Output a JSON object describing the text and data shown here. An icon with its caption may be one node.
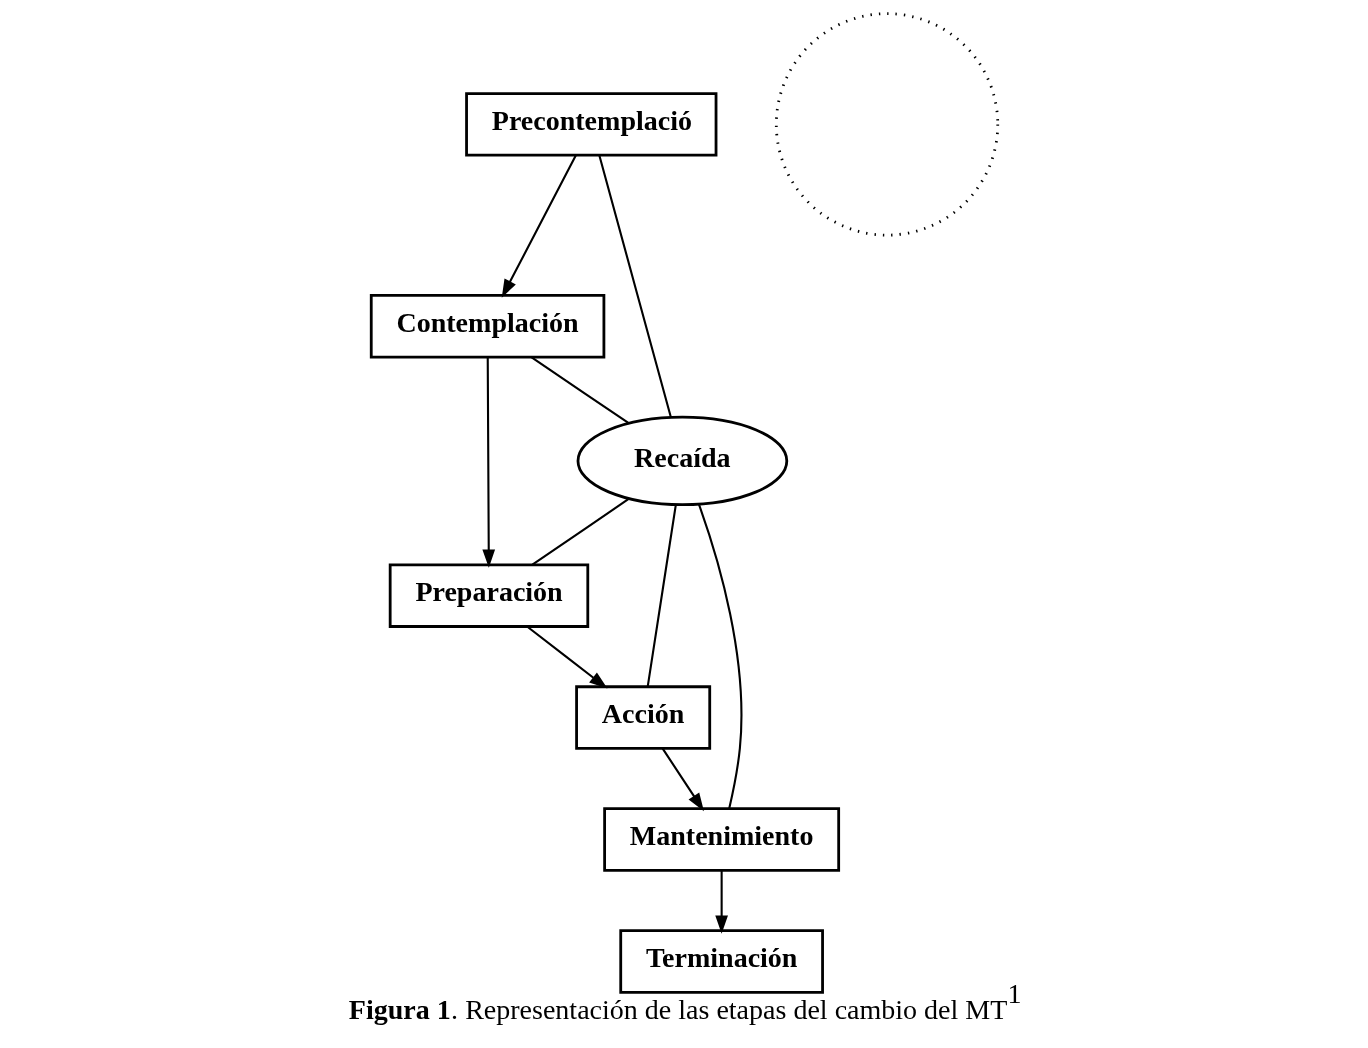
{
  "diagram": {
    "caption": "**Figura 1**. Representación de las etapas del cambio del MT$^{1}$",
    "nodes": [
      {
        "text": [
          "Contemplación"
        ]
      },
      {
        "text": [
          "Preparación"
        ]
      },
      {
        "text": [
          "Precontemplació"
        ]
      },
      {
        "text": [
          "Acción"
        ]
      },
      {
        "text": [
          "Mantenimiento"
        ]
      },
      {
        "text": [
          "Terminación"
        ]
      },
      {
        "text": [],
        "shape": "circle"
      },
      {
        "text": [
          "Recaída"
        ]
      }
    ],
    "edges": [
      {
        "from": 2,
        "to": 0,
        "arrow": "to"
      },
      {
        "from": 0,
        "to": 1,
        "arrow": "to"
      },
      {
        "from": 1,
        "to": 3,
        "arrow": "to"
      },
      {
        "from": 3,
        "to": 4,
        "arrow": "to"
      },
      {
        "from": 4,
        "to": 5,
        "arrow": "to"
      },
      {
        "from": 0,
        "to": 7,
        "arrow": "none"
      },
      {
        "from": 2,
        "to": 7,
        "arrow": "none"
      },
      {
        "from": 7,
        "to": 1,
        "arrow": "none"
      },
      {
        "from": 7,
        "to": 3,
        "arrow": "none"
      },
      {
        "from": 7,
        "to": 4,
        "arrow": "none"
      }
    ]
  }
}
